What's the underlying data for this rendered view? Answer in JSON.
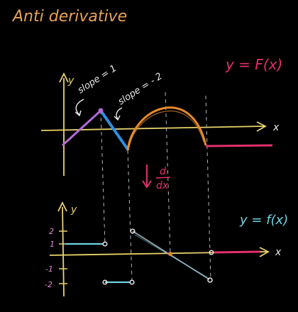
{
  "title": "Anti derivative",
  "top_graph": {
    "label": "y = F(x)",
    "y_axis": "y",
    "x_axis": "x",
    "slope_labels": [
      "slope = 1",
      "slope = - 2"
    ]
  },
  "arrow_label": {
    "numerator": "d",
    "denominator": "dx"
  },
  "bottom_graph": {
    "label": "y = f(x)",
    "y_axis": "y",
    "x_axis": "x",
    "tick_labels": [
      "2",
      "1",
      "-1",
      "-2"
    ]
  },
  "colors": {
    "title": "#e8a255",
    "axis": "#e9d36a",
    "purple": "#b16ad6",
    "blue": "#2e8fe0",
    "orange": "#e48a2c",
    "pink": "#e0306c",
    "cyan": "#6ed3e0",
    "gray": "#9aa6ad",
    "dash": "#aab4c2",
    "white": "#e8e8e8"
  }
}
